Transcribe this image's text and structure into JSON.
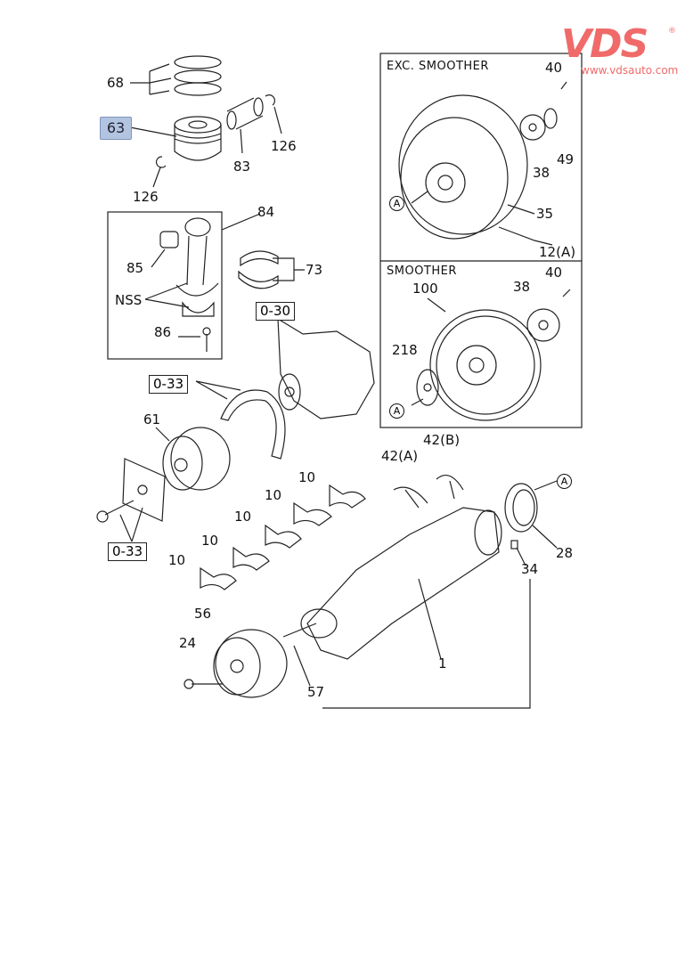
{
  "logo": {
    "brand": "VDS",
    "registered": "®",
    "url": "www.vdsauto.com",
    "color": "#f06a6a"
  },
  "highlight": {
    "part": "63",
    "color": "#b3c4e0"
  },
  "panels": {
    "exc_smoother": "EXC. SMOOTHER",
    "smoother": "SMOOTHER"
  },
  "refs": {
    "r030": "0-30",
    "r033a": "0-33",
    "r033b": "0-33"
  },
  "labels": {
    "p68": "68",
    "p126a": "126",
    "p83": "83",
    "p126b": "126",
    "p84": "84",
    "p85": "85",
    "p73": "73",
    "nss": "NSS",
    "p86": "86",
    "p61": "61",
    "p10a": "10",
    "p10b": "10",
    "p10c": "10",
    "p10d": "10",
    "p10e": "10",
    "p42a": "42(A)",
    "p42b": "42(B)",
    "p28": "28",
    "p34": "34",
    "p56": "56",
    "p24": "24",
    "p57": "57",
    "p1": "1",
    "e40": "40",
    "e49": "49",
    "e38": "38",
    "e35": "35",
    "e12a": "12(A)",
    "s40": "40",
    "s100": "100",
    "s38": "38",
    "s218": "218",
    "circle_a": "A"
  }
}
